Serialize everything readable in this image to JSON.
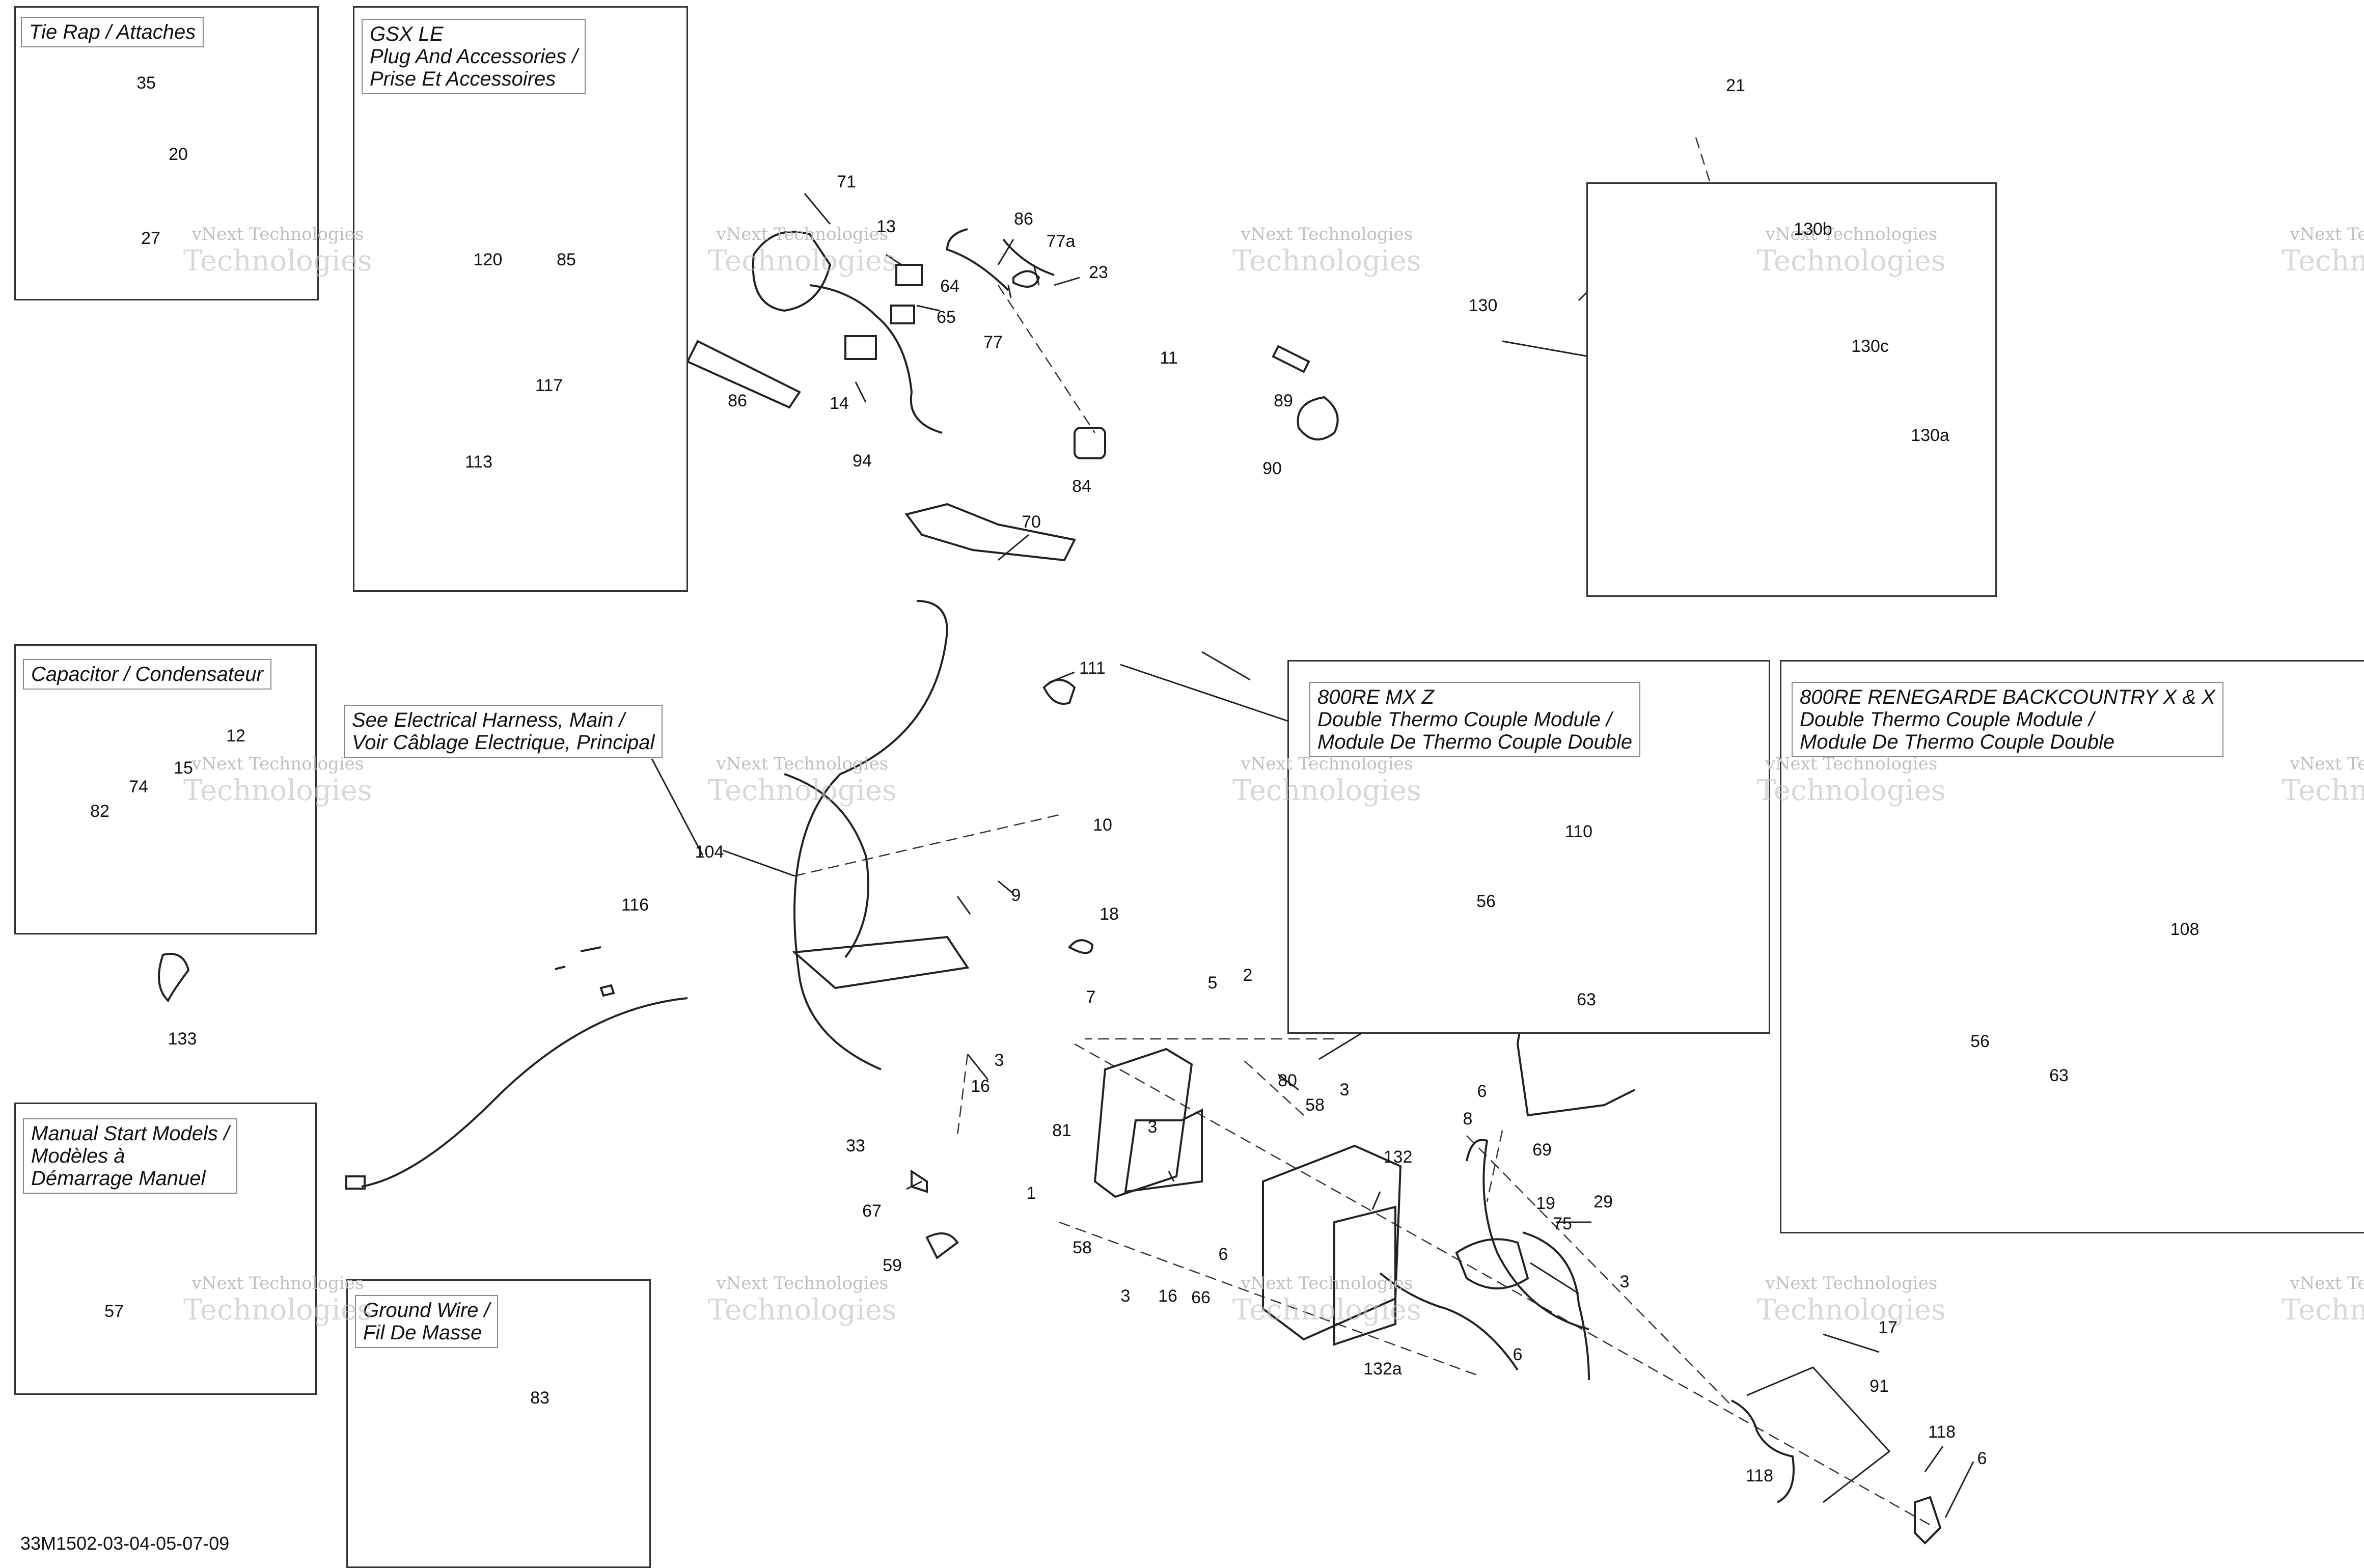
{
  "drawing_code": "33M1502-03-04-05-07-09",
  "watermark": {
    "line1": "vNext Technologies",
    "line2": "Technologies"
  },
  "panels": {
    "tie_rap": {
      "title": [
        "Tie Rap / Attaches"
      ]
    },
    "gsx_le": {
      "title": [
        "GSX LE",
        "Plug And Accessories /",
        "Prise Et Accessoires"
      ]
    },
    "capacitor": {
      "title": [
        "Capacitor / Condensateur"
      ]
    },
    "manual_start": {
      "title": [
        "Manual Start Models /",
        "Modèles à",
        "Démarrage Manuel"
      ]
    },
    "ground_wire": {
      "title": [
        "Ground Wire /",
        "Fil De Masse"
      ]
    },
    "harness_note": {
      "title": [
        "See Electrical Harness, Main /",
        "Voir Câblage Electrique, Principal"
      ]
    },
    "mxz": {
      "title": [
        "800RE MX Z",
        "Double Thermo Couple Module /",
        "Module De Thermo Couple Double"
      ]
    },
    "renegade": {
      "title": [
        "800RE RENEGARDE BACKCOUNTRY X & X",
        "Double Thermo Couple Module /",
        "Module De Thermo Couple Double"
      ]
    }
  },
  "callouts": [
    "35",
    "20",
    "27",
    "120",
    "85",
    "117",
    "113",
    "71",
    "13",
    "64",
    "65",
    "86",
    "77a",
    "23",
    "77",
    "86",
    "14",
    "94",
    "11",
    "84",
    "89",
    "90",
    "21",
    "130b",
    "130",
    "130c",
    "130a",
    "70",
    "111",
    "12",
    "15",
    "74",
    "82",
    "133",
    "10",
    "104",
    "9",
    "116",
    "18",
    "7",
    "5",
    "2",
    "3",
    "16",
    "80",
    "58",
    "3",
    "81",
    "3",
    "33",
    "67",
    "59",
    "1",
    "58",
    "6",
    "3",
    "16",
    "66",
    "132",
    "6",
    "8",
    "69",
    "19",
    "75",
    "29",
    "132a",
    "3",
    "6",
    "17",
    "91",
    "118",
    "118",
    "6",
    "110",
    "56",
    "63",
    "108",
    "56",
    "63",
    "57",
    "83"
  ]
}
